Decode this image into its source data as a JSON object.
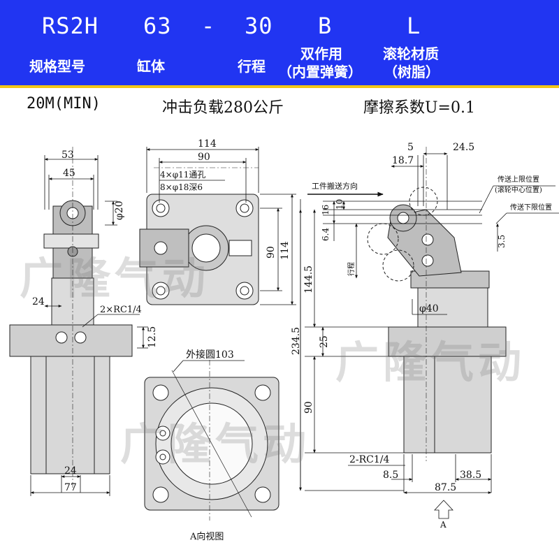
{
  "header": {
    "codes": [
      "RS2H",
      "63",
      "-",
      "30",
      "B",
      "L"
    ],
    "labels": {
      "model": "规格型号",
      "bore": "缸体",
      "stroke": "行程",
      "action_l1": "双作用",
      "action_l2": "（内置弹簧）",
      "roller_l1": "滚轮材质",
      "roller_l2": "（树脂）"
    },
    "colors": {
      "background": "#2135f2",
      "border": "#f2c618",
      "text": "#ffffff"
    }
  },
  "specs": {
    "min_stroke": "20M(MIN)",
    "impact_load": "冲击负载280公斤",
    "friction": "摩擦系数U=0.1"
  },
  "watermark": "广隆气动",
  "drawing": {
    "dims_side": {
      "d53": "53",
      "d45": "45",
      "phi20": "φ20",
      "d24_top": "24",
      "rc": "2×RC1/4",
      "d12_5": "12.5",
      "d24_bottom": "24",
      "d77": "77"
    },
    "dims_top": {
      "d114_w": "114",
      "d90_w": "90",
      "holes_1": "4×φ11通孔",
      "holes_2": "8×φ18深6",
      "d90_h": "90",
      "d114_h": "114"
    },
    "dims_bottom": {
      "circle": "外接圆103",
      "caption": "A向视图"
    },
    "dims_right": {
      "d5": "5",
      "d24_5": "24.5",
      "d18_7": "18.7",
      "direction": "工件搬送方向",
      "upper_l1": "传送上限位置",
      "upper_l2": "(滚轮中心位置)",
      "lower": "传送下限位置",
      "d10": "10",
      "d16": "16",
      "d6_4": "6.4",
      "d3_5": "3.5",
      "stroke": "行程",
      "d144_5": "144.5",
      "phi40": "φ40",
      "d25": "25",
      "d234_5": "234.5",
      "d90": "90",
      "rc": "2-RC1/4",
      "d8_5": "8.5",
      "d38_5": "38.5",
      "d87_5": "87.5",
      "arrow_a": "A"
    }
  }
}
